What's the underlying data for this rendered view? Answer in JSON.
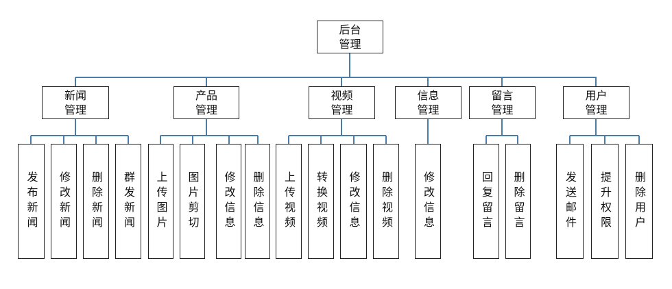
{
  "root": {
    "label_1": "后台",
    "label_2": "管理"
  },
  "modules": [
    {
      "line1": "新闻",
      "line2": "管理",
      "items": [
        "发布新闻",
        "修改新闻",
        "删除新闻",
        "群发新闻"
      ]
    },
    {
      "line1": "产品",
      "line2": "管理",
      "items": [
        "上传图片",
        "图片剪切",
        "修改信息",
        "删除信息"
      ]
    },
    {
      "line1": "视频",
      "line2": "管理",
      "items": [
        "上传视频",
        "转换视频",
        "修改信息",
        "删除视频"
      ]
    },
    {
      "line1": "信息",
      "line2": "管理",
      "items": [
        "修改信息"
      ]
    },
    {
      "line1": "留言",
      "line2": "管理",
      "items": [
        "回复留言",
        "删除留言"
      ]
    },
    {
      "line1": "用户",
      "line2": "管理",
      "items": [
        "发送邮件",
        "提升权限",
        "删除用户"
      ]
    }
  ],
  "colors": {
    "connector": "#4a7ca8",
    "border": "#222222"
  }
}
